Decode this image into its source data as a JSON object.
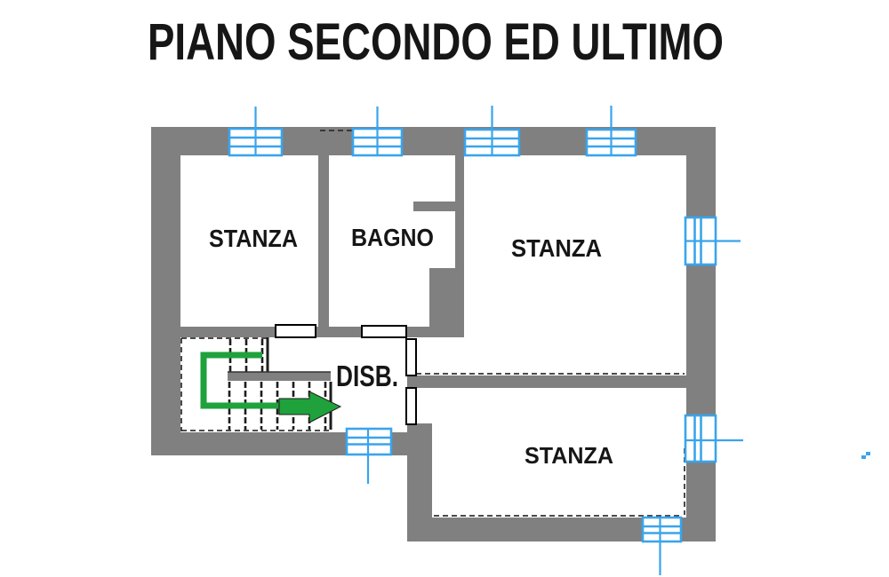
{
  "title": "PIANO SECONDO ED ULTIMO",
  "rooms": [
    {
      "id": "stanza-top-left",
      "label": "STANZA"
    },
    {
      "id": "bagno",
      "label": "BAGNO"
    },
    {
      "id": "stanza-right",
      "label": "STANZA"
    },
    {
      "id": "disb",
      "label": "DISB."
    },
    {
      "id": "stanza-bottom",
      "label": "STANZA"
    }
  ],
  "stairs": {
    "flights": 2,
    "direction_arrow": "green-u-turn-right-arrow"
  },
  "counts": {
    "windows": 8,
    "doors": 4
  },
  "colors": {
    "wall": "#808080",
    "window": "#3aa4ec",
    "arrow": "#1fa13c",
    "label": "#161616",
    "stair": "#1d1d1d",
    "door-outline": "#000000",
    "background": "#ffffff"
  }
}
